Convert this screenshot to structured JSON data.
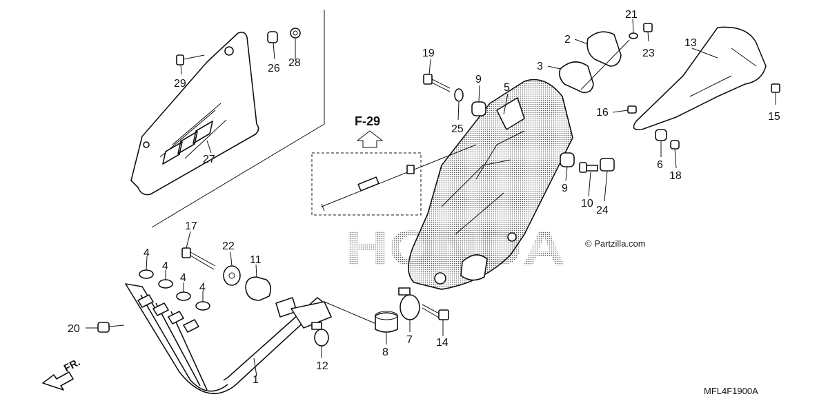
{
  "diagram": {
    "ref_label": "F-29",
    "front_label": "FR.",
    "watermark": "HONDA",
    "copyright": "© Partzilla.com",
    "diagram_code": "MFL4F1900A",
    "callouts": [
      "1",
      "2",
      "3",
      "4",
      "4",
      "4",
      "4",
      "5",
      "6",
      "7",
      "8",
      "9",
      "9",
      "10",
      "11",
      "12",
      "13",
      "14",
      "15",
      "16",
      "17",
      "18",
      "19",
      "20",
      "21",
      "22",
      "23",
      "24",
      "25",
      "26",
      "27",
      "28",
      "29"
    ]
  }
}
